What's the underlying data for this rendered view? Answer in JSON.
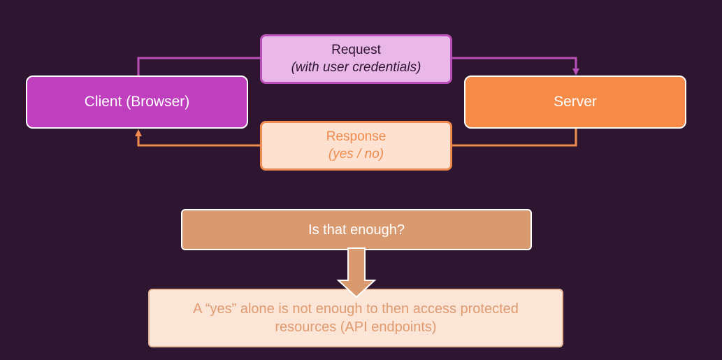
{
  "client": {
    "label": "Client (Browser)"
  },
  "server": {
    "label": "Server"
  },
  "request": {
    "title": "Request",
    "subtitle": "(with user credentials)"
  },
  "response": {
    "title": "Response",
    "subtitle": "(yes / no)"
  },
  "question": {
    "text": "Is that enough?"
  },
  "answer": {
    "line1": "A “yes” alone is not enough to then access protected",
    "line2": "resources (API endpoints)"
  },
  "colors": {
    "background": "#2e1530",
    "client": "#bf3fbf",
    "server": "#f58b47",
    "request_border": "#b94fb8",
    "response_border": "#f08a4e",
    "question": "#d99a70",
    "answer_bg": "#fbe5d6"
  }
}
